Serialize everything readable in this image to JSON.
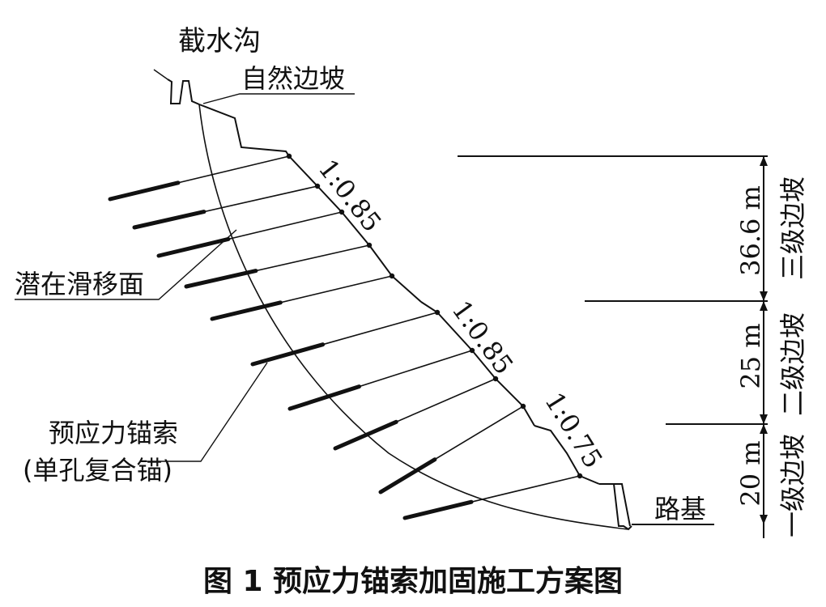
{
  "labels": {
    "drainage_ditch": "截水沟",
    "natural_slope": "自然边坡",
    "potential_slip_surface": "潜在滑移面",
    "anchor_line1": "预应力锚索",
    "anchor_line2": "(单孔复合锚)",
    "roadbed": "路基",
    "ratio_upper": "1:0.85",
    "ratio_middle": "1:0.85",
    "ratio_lower": "1:0.75"
  },
  "dimensions": {
    "tier3_height": "36.6 m",
    "tier2_height": "25 m",
    "tier1_height": "20 m"
  },
  "tiers": {
    "tier3": "三级边坡",
    "tier2": "二级边坡",
    "tier1": "一级边坡"
  },
  "caption": "图 1  预应力锚索加固施工方案图"
}
